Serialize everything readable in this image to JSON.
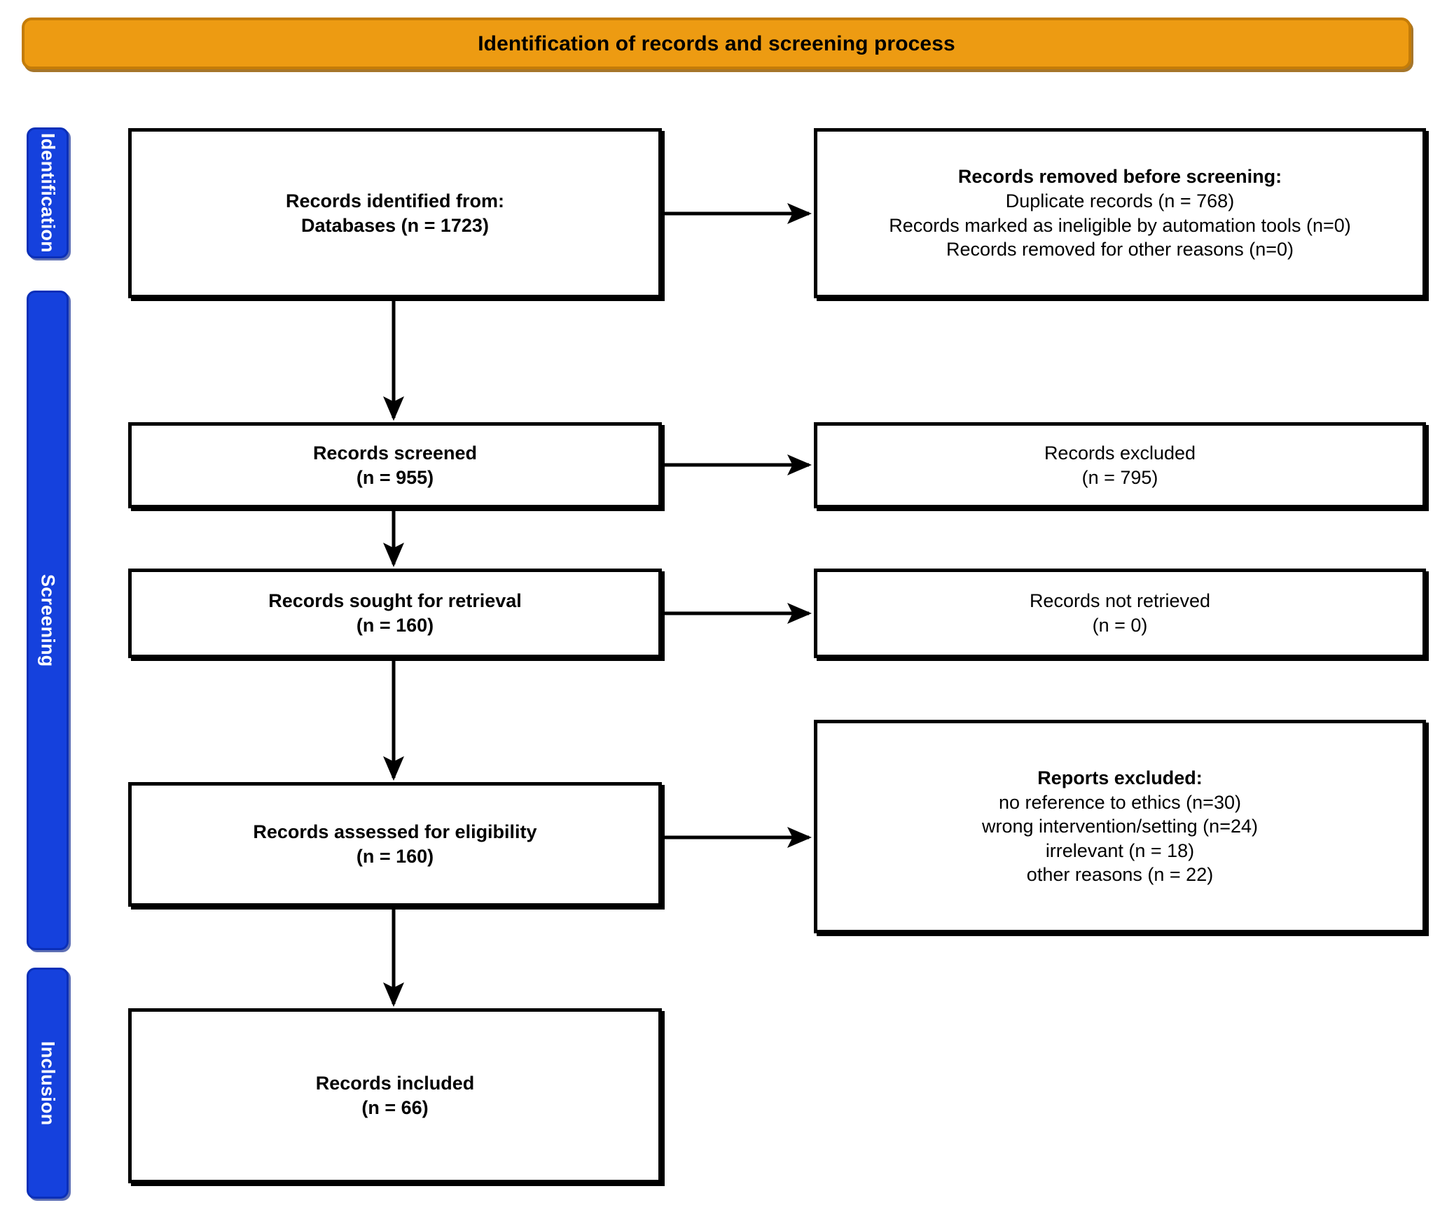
{
  "header": {
    "title": "Identification of records and screening process"
  },
  "stages": [
    {
      "id": "identification",
      "label": "Identification"
    },
    {
      "id": "screening",
      "label": "Screening"
    },
    {
      "id": "inclusion",
      "label": "Inclusion"
    }
  ],
  "boxes": {
    "identified": {
      "line1": "Records identified from:",
      "line2": "Databases (n = 1723)"
    },
    "removed_before_screening": {
      "heading": "Records removed before screening:",
      "line1": "Duplicate records (n = 768)",
      "line2": "Records marked as ineligible by automation tools (n=0)",
      "line3": "Records removed for other reasons (n=0)"
    },
    "screened": {
      "line1": "Records screened",
      "line2": "(n = 955)"
    },
    "records_excluded": {
      "line1": "Records excluded",
      "line2": "(n = 795)"
    },
    "sought_for_retrieval": {
      "line1": "Records sought for retrieval",
      "line2": "(n = 160)"
    },
    "not_retrieved": {
      "line1": "Records not retrieved",
      "line2": "(n = 0)"
    },
    "assessed_for_eligibility": {
      "line1": "Records assessed for eligibility",
      "line2": "(n = 160)"
    },
    "reports_excluded": {
      "heading": "Reports excluded:",
      "line1": "no reference to ethics (n=30)",
      "line2": "wrong intervention/setting (n=24)",
      "line3": "irrelevant (n = 18)",
      "line4": "other reasons (n = 22)"
    },
    "included": {
      "line1": "Records included",
      "line2": "(n = 66)"
    }
  },
  "chart_data": {
    "type": "diagram",
    "title": "Identification of records and screening process",
    "nodes": [
      {
        "id": "identified",
        "stage": "Identification",
        "label": "Records identified from: Databases",
        "n": 1723
      },
      {
        "id": "removed_before_screening",
        "stage": "Identification",
        "label": "Records removed before screening",
        "duplicate_records": 768,
        "ineligible_by_automation_tools": 0,
        "removed_other_reasons": 0
      },
      {
        "id": "screened",
        "stage": "Screening",
        "label": "Records screened",
        "n": 955
      },
      {
        "id": "records_excluded",
        "stage": "Screening",
        "label": "Records excluded",
        "n": 795
      },
      {
        "id": "sought_for_retrieval",
        "stage": "Screening",
        "label": "Records sought for retrieval",
        "n": 160
      },
      {
        "id": "not_retrieved",
        "stage": "Screening",
        "label": "Records not retrieved",
        "n": 0
      },
      {
        "id": "assessed_for_eligibility",
        "stage": "Screening",
        "label": "Records assessed for eligibility",
        "n": 160
      },
      {
        "id": "reports_excluded",
        "stage": "Screening",
        "label": "Reports excluded",
        "no_reference_to_ethics": 30,
        "wrong_intervention_setting": 24,
        "irrelevant": 18,
        "other_reasons": 22
      },
      {
        "id": "included",
        "stage": "Inclusion",
        "label": "Records included",
        "n": 66
      }
    ],
    "edges": [
      {
        "from": "identified",
        "to": "removed_before_screening",
        "direction": "right"
      },
      {
        "from": "identified",
        "to": "screened",
        "direction": "down"
      },
      {
        "from": "screened",
        "to": "records_excluded",
        "direction": "right"
      },
      {
        "from": "screened",
        "to": "sought_for_retrieval",
        "direction": "down"
      },
      {
        "from": "sought_for_retrieval",
        "to": "not_retrieved",
        "direction": "right"
      },
      {
        "from": "sought_for_retrieval",
        "to": "assessed_for_eligibility",
        "direction": "down"
      },
      {
        "from": "assessed_for_eligibility",
        "to": "reports_excluded",
        "direction": "right"
      },
      {
        "from": "assessed_for_eligibility",
        "to": "included",
        "direction": "down"
      }
    ]
  },
  "colors": {
    "header_fill": "#ED9B12",
    "header_border": "#C47C08",
    "stage_fill": "#1541DD",
    "stage_border": "#0B2FB8",
    "box_border": "#000000",
    "box_fill": "#FFFFFF",
    "text": "#000000"
  }
}
